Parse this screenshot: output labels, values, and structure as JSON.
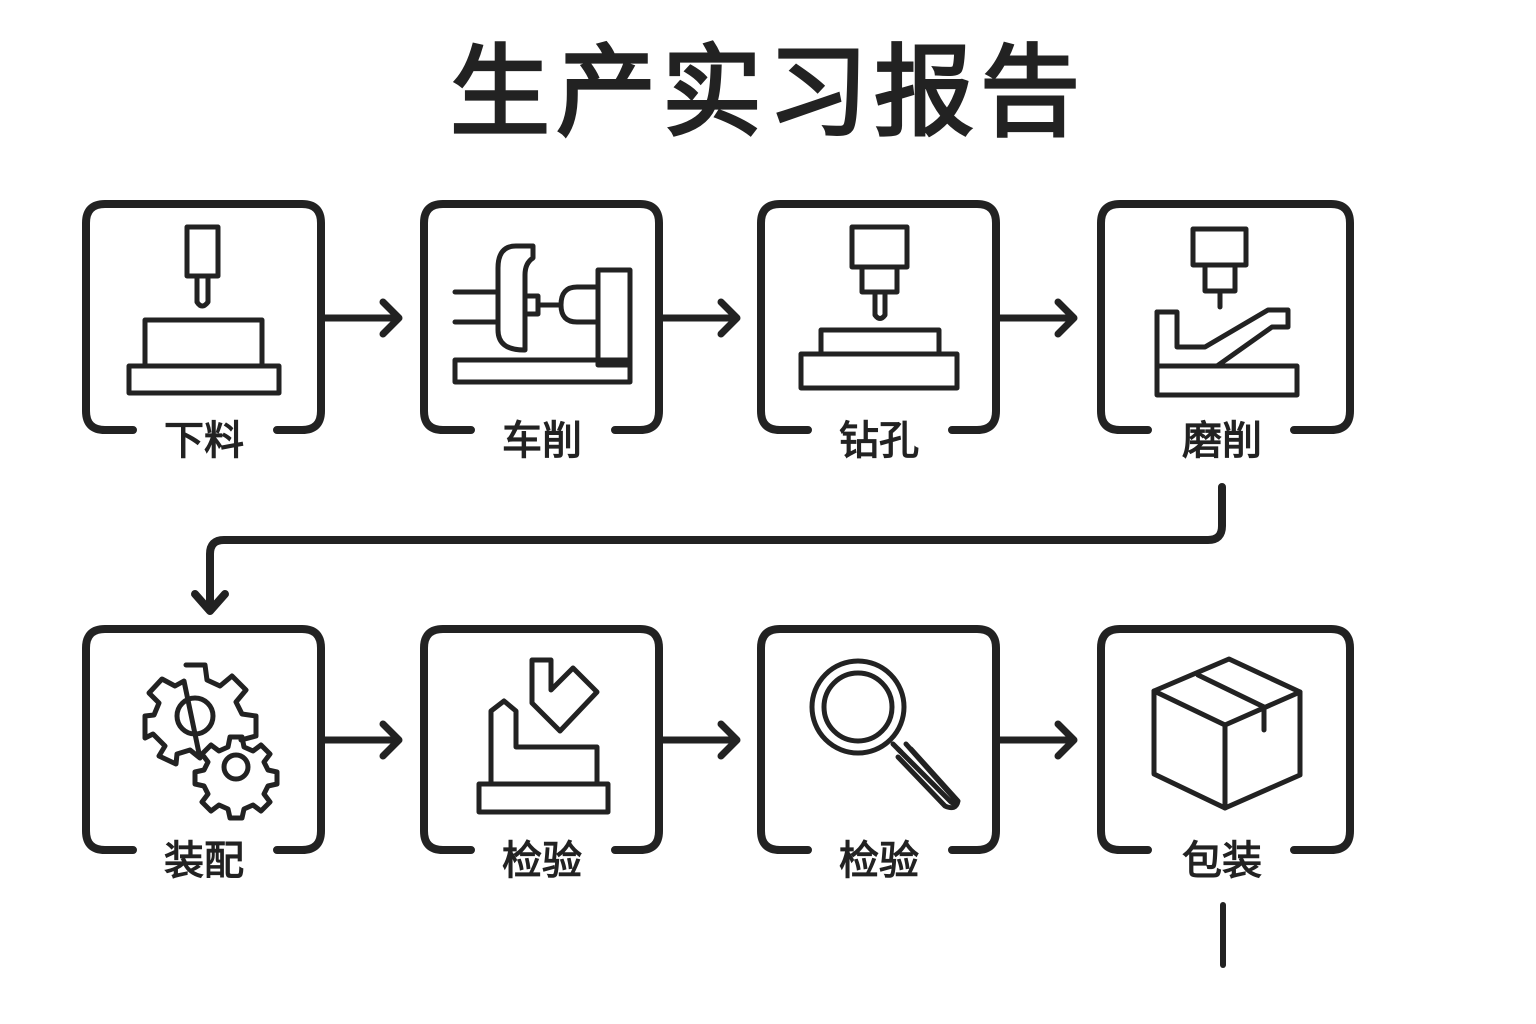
{
  "title": "生产实习报告",
  "colors": {
    "stroke": "#222222",
    "background": "#ffffff"
  },
  "steps": [
    {
      "label": "下料",
      "icon": "cutting-machine-icon"
    },
    {
      "label": "车削",
      "icon": "lathe-icon"
    },
    {
      "label": "钻孔",
      "icon": "drill-press-icon"
    },
    {
      "label": "磨削",
      "icon": "grinding-machine-icon"
    },
    {
      "label": "装配",
      "icon": "gears-icon"
    },
    {
      "label": "检验",
      "icon": "bending-fixture-icon"
    },
    {
      "label": "检验",
      "icon": "magnifier-icon"
    },
    {
      "label": "包装",
      "icon": "box-icon"
    }
  ]
}
